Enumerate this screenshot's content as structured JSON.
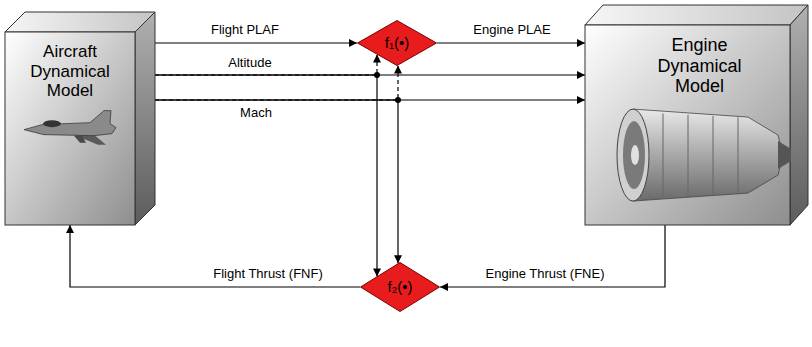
{
  "diagram": {
    "nodes": [
      {
        "text": [
          "Aircraft Dynamical Model"
        ]
      },
      {
        "text": [
          "f₁(•)"
        ]
      },
      {
        "text": [
          "Engine Dynamical Model"
        ]
      },
      {
        "text": [
          "f₂(•)"
        ]
      }
    ],
    "edges": [
      {
        "from": 0,
        "to": 1,
        "label": "Flight PLAF",
        "arrow": "to"
      },
      {
        "from": 1,
        "to": 2,
        "label": "Engine PLAE",
        "arrow": "to"
      },
      {
        "from": 0,
        "to": 2,
        "label": "Altitude",
        "arrow": "to"
      },
      {
        "from": 0,
        "to": 2,
        "label": "Mach",
        "arrow": "to"
      },
      {
        "from": 0,
        "to": 1,
        "arrow": "to"
      },
      {
        "from": 0,
        "to": 3,
        "arrow": "to"
      },
      {
        "from": 0,
        "to": 1,
        "arrow": "to"
      },
      {
        "from": 0,
        "to": 3,
        "arrow": "to"
      },
      {
        "from": 2,
        "to": 3,
        "label": "Engine Thrust (FNE)",
        "arrow": "to"
      },
      {
        "from": 3,
        "to": 0,
        "label": "Flight Thrust (FNF)",
        "arrow": "to"
      }
    ]
  }
}
